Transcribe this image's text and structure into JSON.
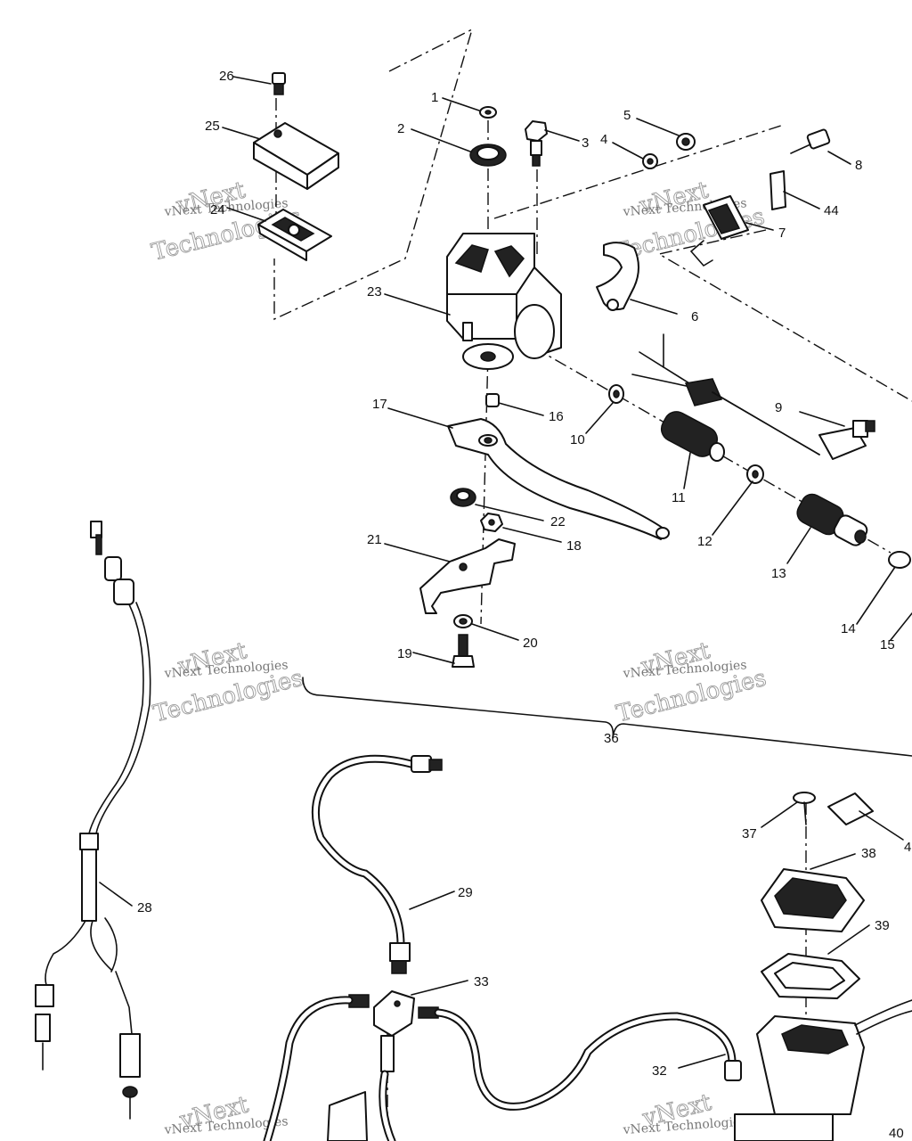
{
  "callouts": [
    {
      "id": "c1",
      "text": "1"
    },
    {
      "id": "c2",
      "text": "2"
    },
    {
      "id": "c3",
      "text": "3"
    },
    {
      "id": "c4",
      "text": "4"
    },
    {
      "id": "c5",
      "text": "5"
    },
    {
      "id": "c6",
      "text": "6"
    },
    {
      "id": "c7",
      "text": "7"
    },
    {
      "id": "c8",
      "text": "8"
    },
    {
      "id": "c9",
      "text": "9"
    },
    {
      "id": "c10",
      "text": "10"
    },
    {
      "id": "c11",
      "text": "11"
    },
    {
      "id": "c12",
      "text": "12"
    },
    {
      "id": "c13",
      "text": "13"
    },
    {
      "id": "c14",
      "text": "14"
    },
    {
      "id": "c15",
      "text": "15"
    },
    {
      "id": "c16",
      "text": "16"
    },
    {
      "id": "c17",
      "text": "17"
    },
    {
      "id": "c18",
      "text": "18"
    },
    {
      "id": "c19",
      "text": "19"
    },
    {
      "id": "c20",
      "text": "20"
    },
    {
      "id": "c21",
      "text": "21"
    },
    {
      "id": "c22",
      "text": "22"
    },
    {
      "id": "c23",
      "text": "23"
    },
    {
      "id": "c24",
      "text": "24"
    },
    {
      "id": "c25",
      "text": "25"
    },
    {
      "id": "c26",
      "text": "26"
    },
    {
      "id": "c28",
      "text": "28"
    },
    {
      "id": "c29",
      "text": "29"
    },
    {
      "id": "c32",
      "text": "32"
    },
    {
      "id": "c33",
      "text": "33"
    },
    {
      "id": "c36",
      "text": "36"
    },
    {
      "id": "c37",
      "text": "37"
    },
    {
      "id": "c38",
      "text": "38"
    },
    {
      "id": "c39",
      "text": "39"
    },
    {
      "id": "c40",
      "text": "40"
    },
    {
      "id": "c44",
      "text": "44"
    },
    {
      "id": "c44b",
      "text": "4"
    }
  ],
  "watermark": {
    "brand": "vNext",
    "company": "Technologies",
    "caption": "vNext Technologies"
  },
  "colors": {
    "ink": "#111111",
    "watermark": "#9a9a9a",
    "background": "#ffffff"
  }
}
